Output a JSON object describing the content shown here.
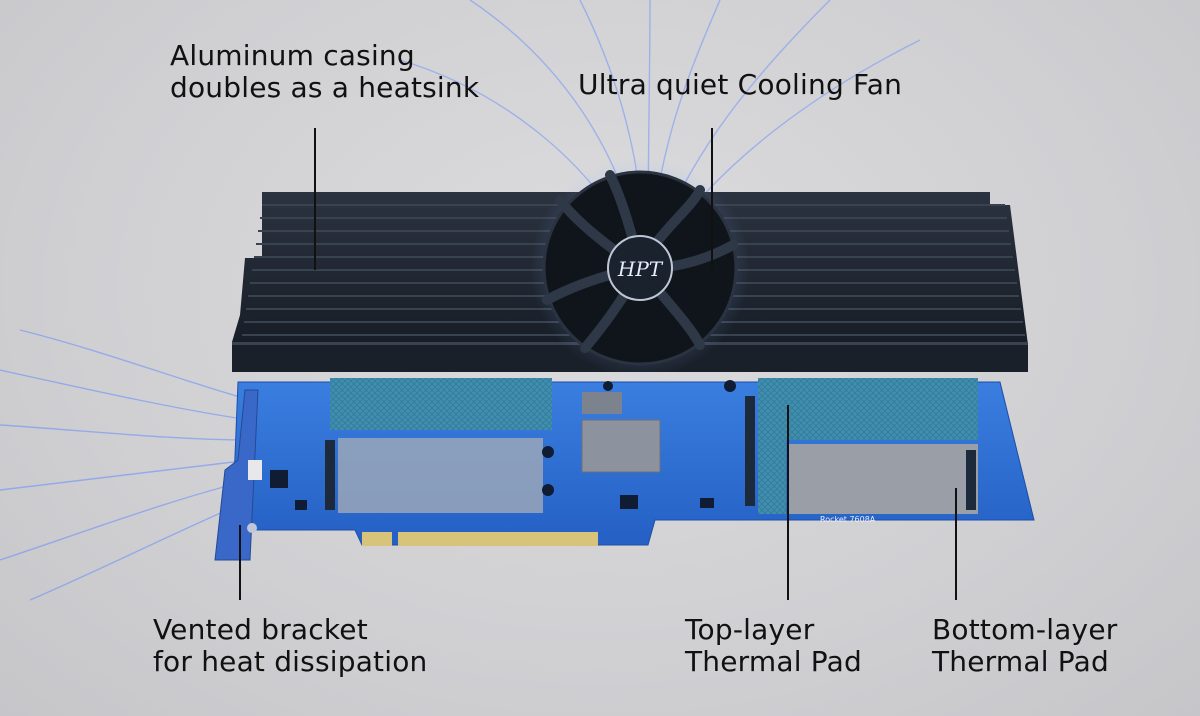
{
  "callouts": {
    "casing": "Aluminum casing\ndoubles as a heatsink",
    "fan": "Ultra quiet Cooling Fan",
    "bracket": "Vented bracket\nfor heat dissipation",
    "top_pad": "Top-layer\nThermal Pad",
    "bottom_pad": "Bottom-layer\nThermal Pad"
  },
  "fan_logo": "HPT",
  "board_text": "Rocket 7608A",
  "colors": {
    "heatsink": "#1e2530",
    "pcb": "#2f6fd0",
    "top_pad": "#3f8fb0",
    "bottom_pad": "#9a9ea6",
    "airflow": "#4a7dff",
    "callout_line": "#111111"
  }
}
